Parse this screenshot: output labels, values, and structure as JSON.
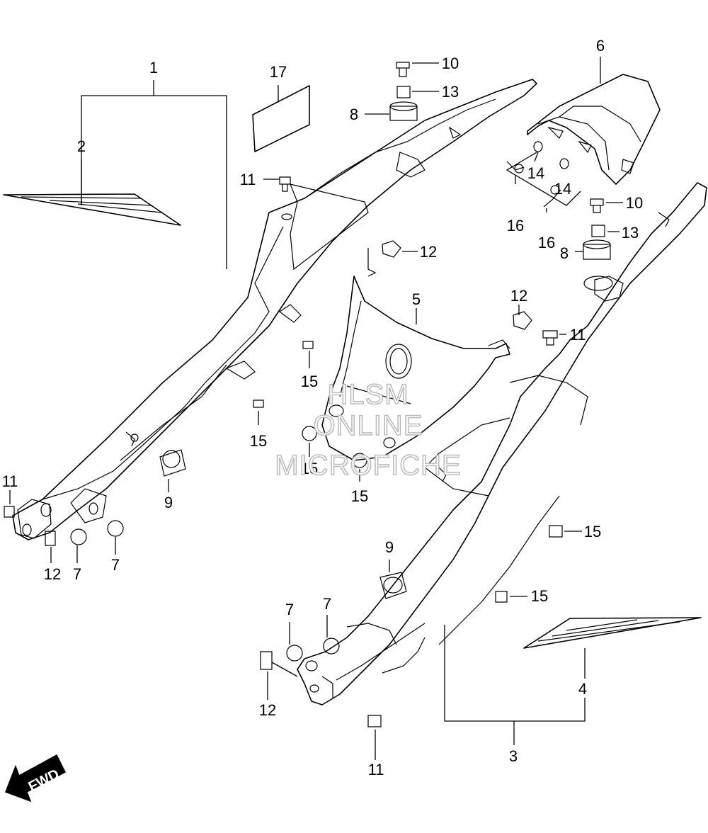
{
  "callouts": [
    "1",
    "2",
    "17",
    "10",
    "13",
    "8",
    "6",
    "14",
    "14",
    "16",
    "10",
    "16",
    "13",
    "8",
    "11",
    "12",
    "5",
    "12",
    "11",
    "15",
    "15",
    "15",
    "15",
    "9",
    "11",
    "12",
    "7",
    "7",
    "15",
    "9",
    "7",
    "7",
    "15",
    "12",
    "4",
    "3",
    "11"
  ],
  "watermark": [
    "HLSM",
    "ONLINE",
    "MICROFICHE"
  ],
  "fwd_label": "FWD"
}
